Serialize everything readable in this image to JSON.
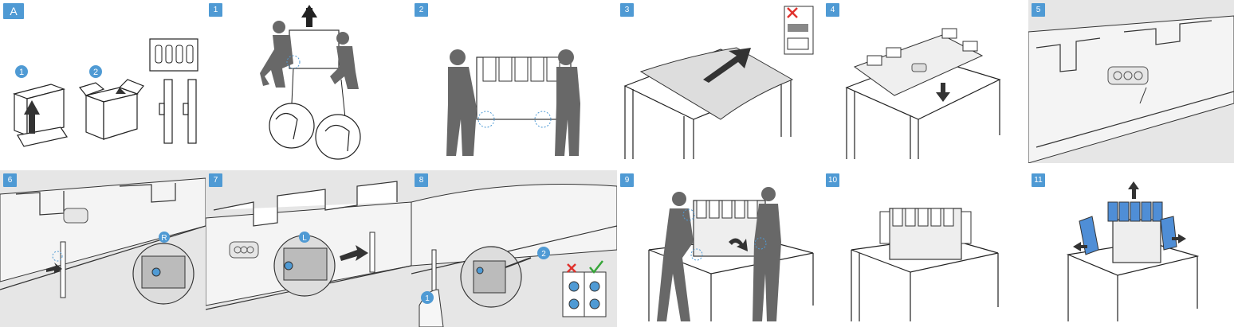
{
  "colors": {
    "badge": "#4f9ad4",
    "foam": "#4f8ed6",
    "person": "#686868",
    "line": "#222222",
    "cross": "#e0322d",
    "check": "#37a63a"
  },
  "steps": {
    "s0": "A",
    "s1": "1",
    "s2": "2",
    "s3": "3",
    "s4": "4",
    "s5": "5",
    "s6": "6",
    "s7": "7",
    "s8": "8",
    "s9": "9",
    "s10": "10",
    "s11": "11"
  },
  "callouts": {
    "sub1": "1",
    "sub2": "2",
    "right": "R",
    "left": "L",
    "hand1": "1",
    "hand2": "2"
  }
}
